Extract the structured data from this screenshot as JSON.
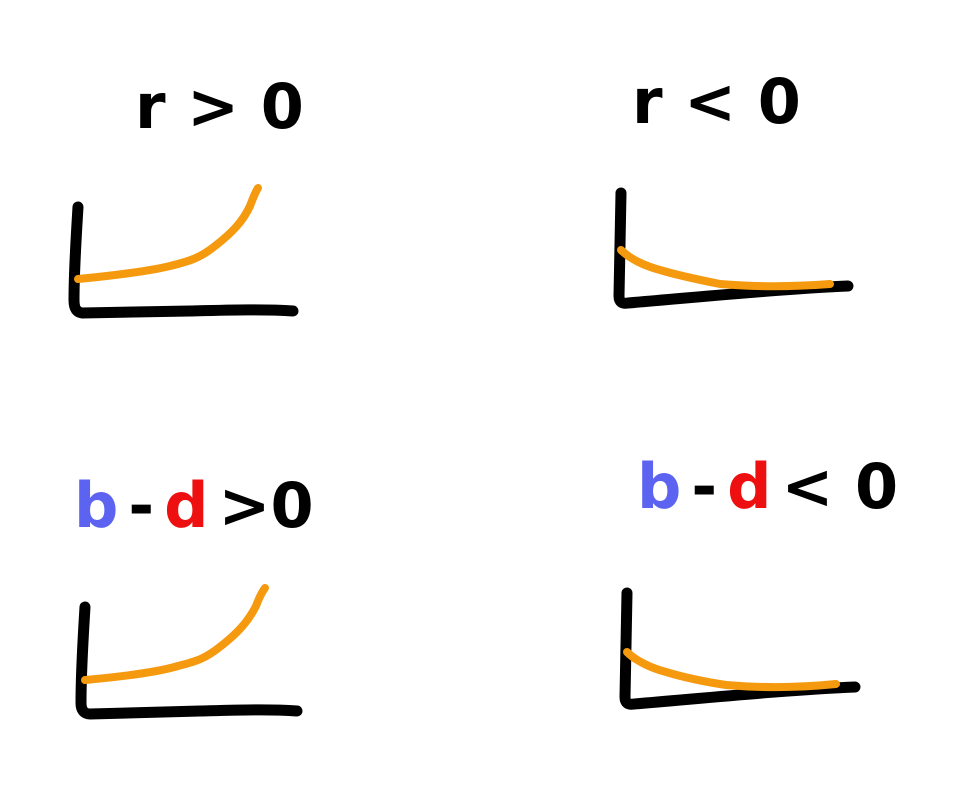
{
  "colors": {
    "ink": "#000000",
    "curve": "#f5990f",
    "birth": "#5b63f0",
    "death": "#ee1010",
    "background": "#ffffff"
  },
  "panels": [
    {
      "id": "r-positive",
      "label": [
        {
          "text": "r > 0",
          "color": "#000000"
        }
      ],
      "trend": "growth"
    },
    {
      "id": "r-negative",
      "label": [
        {
          "text": "r < 0",
          "color": "#000000"
        }
      ],
      "trend": "decline"
    },
    {
      "id": "b-minus-d-positive",
      "label": [
        {
          "text": "b",
          "color": "#5b63f0"
        },
        {
          "text": "-",
          "color": "#000000"
        },
        {
          "text": "d",
          "color": "#ee1010"
        },
        {
          "text": ">0",
          "color": "#000000"
        }
      ],
      "trend": "growth"
    },
    {
      "id": "b-minus-d-negative",
      "label": [
        {
          "text": "b",
          "color": "#5b63f0"
        },
        {
          "text": "-",
          "color": "#000000"
        },
        {
          "text": "d",
          "color": "#ee1010"
        },
        {
          "text": "< 0",
          "color": "#000000"
        }
      ],
      "trend": "decline"
    }
  ]
}
